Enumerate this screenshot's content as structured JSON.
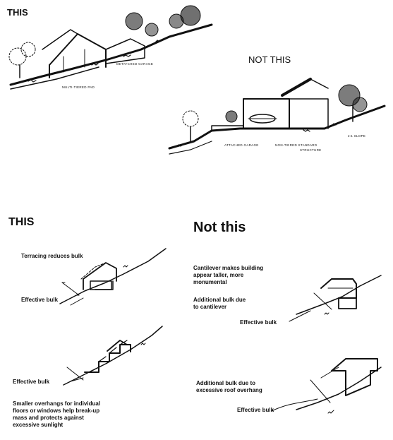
{
  "top_left": {
    "heading": "THIS",
    "labels": [
      "MULTI-TIERED PAD",
      "DETATCHED GARAGE"
    ]
  },
  "top_right": {
    "heading": "NOT THIS",
    "labels": [
      "ATTACHED GARAGE",
      "NON-TIERED STANDARD",
      "STRUCTURE",
      "2:1 SLOPE"
    ]
  },
  "bottom_left": {
    "heading": "THIS",
    "note_terracing": "Terracing reduces bulk",
    "effective_bulk_1": "Effective bulk",
    "effective_bulk_2": "Effective bulk",
    "note_overhangs": [
      "Smaller overhangs for individual",
      "floors or windows help break-up",
      "mass and protects against",
      "excessive sunlight"
    ]
  },
  "bottom_right": {
    "heading": "Not this",
    "note_cantilever": [
      "Cantilever makes building",
      "appear taller, more",
      "monumental"
    ],
    "note_bulk_cantilever": [
      "Additional bulk due",
      "to cantilever"
    ],
    "effective_bulk_1": "Effective bulk",
    "note_bulk_overhang": [
      "Additional bulk due to",
      "excessive roof overhang"
    ],
    "effective_bulk_2": "Effective bulk"
  },
  "colors": {
    "ink": "#111111",
    "paper": "#ffffff"
  }
}
